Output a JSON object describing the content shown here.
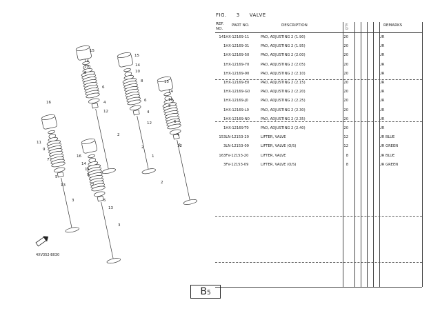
{
  "figure": {
    "label": "FIG.",
    "number": "3",
    "name": "VALVE"
  },
  "columns": {
    "ref": "REF.\nNO.",
    "part": "PART NO.",
    "desc": "DESCRIPTION",
    "qty": "Q'TY",
    "remarks": "REMARKS"
  },
  "rows": [
    {
      "ref": "14",
      "part": "1HX-12169-11",
      "desc": "PAD, ADJUSTING 2 (1.90)",
      "qty": "20",
      "remarks": "UR"
    },
    {
      "ref": "",
      "part": "1HX-12169-31",
      "desc": "PAD, ADJUSTING 2 (1.95)",
      "qty": "20",
      "remarks": "UR"
    },
    {
      "ref": "",
      "part": "1HX-12169-50",
      "desc": "PAD, ADJUSTING 2 (2.00)",
      "qty": "20",
      "remarks": "UR"
    },
    {
      "ref": "",
      "part": "1HX-12169-70",
      "desc": "PAD, ADJUSTING 2 (2.05)",
      "qty": "20",
      "remarks": "UR"
    },
    {
      "ref": "",
      "part": "1HX-12169-90",
      "desc": "PAD, ADJUSTING 2 (2.10)",
      "qty": "20",
      "remarks": "UR"
    },
    {
      "ref": "",
      "part": "1HX-12169-E0",
      "desc": "PAD, ADJUSTING 2 (2.15)",
      "qty": "20",
      "remarks": "UR"
    },
    {
      "ref": "",
      "part": "1HX-12169-G0",
      "desc": "PAD, ADJUSTING 2 (2.20)",
      "qty": "20",
      "remarks": "UR"
    },
    {
      "ref": "",
      "part": "1HX-12169-J0",
      "desc": "PAD, ADJUSTING 2 (2.25)",
      "qty": "20",
      "remarks": "UR"
    },
    {
      "ref": "",
      "part": "1HX-12169-L0",
      "desc": "PAD, ADJUSTING 2 (2.30)",
      "qty": "20",
      "remarks": "UR"
    },
    {
      "ref": "",
      "part": "1HX-12169-N0",
      "desc": "PAD, ADJUSTING 2 (2.35)",
      "qty": "20",
      "remarks": "UR"
    },
    {
      "ref": "",
      "part": "1HX-12169-T0",
      "desc": "PAD, ADJUSTING 2 (2.40)",
      "qty": "20",
      "remarks": "UR"
    },
    {
      "ref": "15",
      "part": "3LN-12153-20",
      "desc": "LIFTER, VALVE",
      "qty": "12",
      "remarks": "UR BLUE"
    },
    {
      "ref": "",
      "part": "3LN-12153-09",
      "desc": "LIFTER, VALVE (O/S)",
      "qty": "12",
      "remarks": "UR GREEN"
    },
    {
      "ref": "16",
      "part": "3FV-12153-20",
      "desc": "LIFTER, VALVE",
      "qty": "8",
      "remarks": "UR BLUE"
    },
    {
      "ref": "",
      "part": "3FV-12153-09",
      "desc": "LIFTER, VALVE (O/S)",
      "qty": "8",
      "remarks": "UR GREEN"
    }
  ],
  "callouts": [
    "15",
    "14",
    "10",
    "8",
    "6",
    "4",
    "12",
    "2",
    "1",
    "16",
    "11",
    "9",
    "7",
    "5",
    "13",
    "3",
    "15",
    "14",
    "10",
    "8",
    "6",
    "4",
    "12",
    "2",
    "1",
    "15",
    "14",
    "10",
    "8",
    "6",
    "4",
    "12",
    "2",
    "16",
    "14",
    "11",
    "9",
    "7",
    "5",
    "13",
    "3"
  ],
  "figure_code": "4XV352-B030",
  "page": {
    "letter": "B",
    "number": "5"
  }
}
